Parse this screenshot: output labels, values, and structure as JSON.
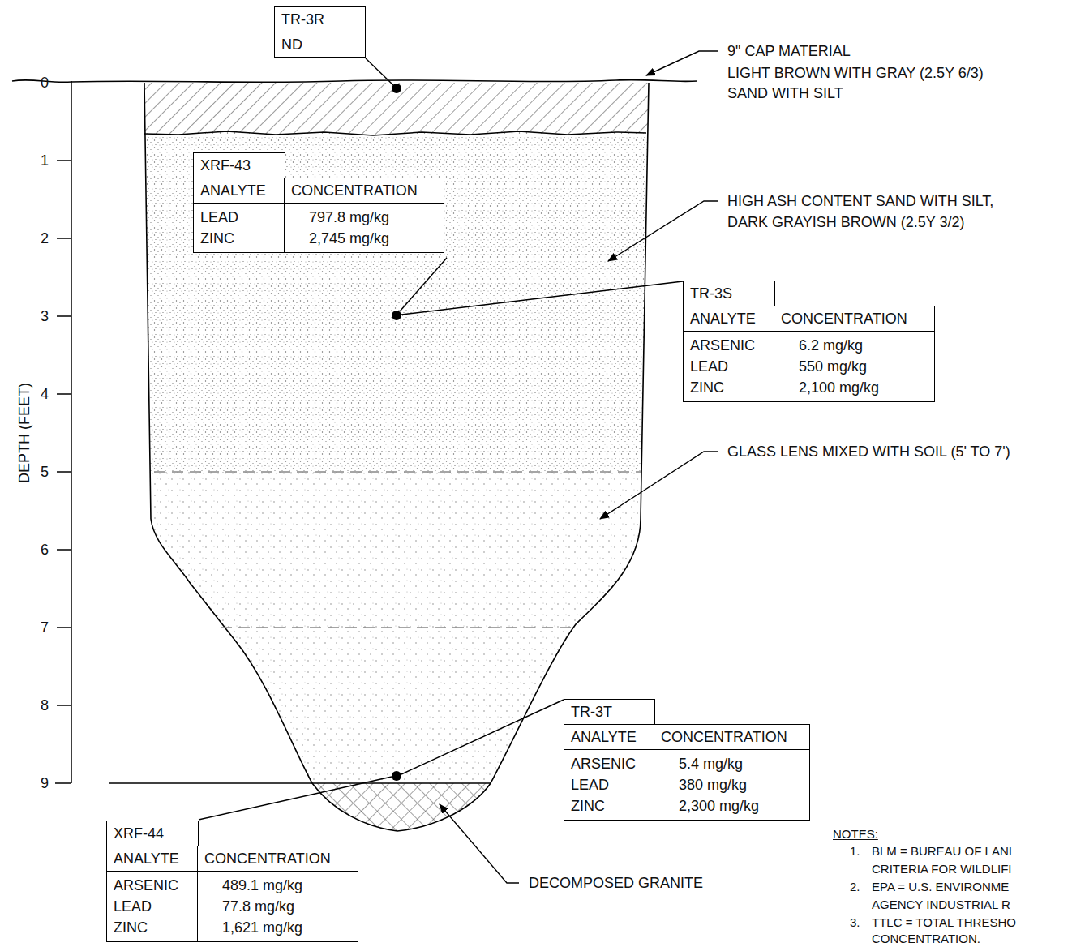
{
  "diagram": {
    "nodes": [
      {
        "text": [
          "TR-3R",
          "ND"
        ]
      },
      {
        "text": [
          "XRF-43",
          "ANALYTE",
          "CONCENTRATION",
          "LEAD",
          "797.8 mg/kg",
          "ZINC",
          "2,745 mg/kg"
        ]
      },
      {
        "text": [
          "TR-3S",
          "ANALYTE",
          "CONCENTRATION",
          "ARSENIC",
          "6.2 mg/kg",
          "LEAD",
          "550 mg/kg",
          "ZINC",
          "2,100 mg/kg"
        ]
      },
      {
        "text": [
          "TR-3T",
          "ANALYTE",
          "CONCENTRATION",
          "ARSENIC",
          "5.4 mg/kg",
          "LEAD",
          "380 mg/kg",
          "ZINC",
          "2,300 mg/kg"
        ]
      },
      {
        "text": [
          "XRF-44",
          "ANALYTE",
          "CONCENTRATION",
          "ARSENIC",
          "489.1 mg/kg",
          "LEAD",
          "77.8 mg/kg",
          "ZINC",
          "1,621 mg/kg"
        ]
      }
    ],
    "labels": [
      "0",
      "1",
      "2",
      "3",
      "4",
      "5",
      "6",
      "7",
      "8",
      "9",
      "DEPTH (FEET)",
      "9\" CAP MATERIAL",
      "LIGHT BROWN WITH GRAY (2.5Y 6/3)",
      "SAND WITH SILT",
      "HIGH ASH CONTENT SAND WITH SILT,",
      "DARK GRAYISH BROWN (2.5Y 3/2)",
      "GLASS LENS MIXED WITH SOIL (5' TO 7')",
      "DECOMPOSED GRANITE",
      "NOTES:",
      "1.",
      "BLM = BUREAU OF LANI",
      "CRITERIA FOR WILDLIFI",
      "2.",
      "EPA = U.S. ENVIRONME",
      "AGENCY INDUSTRIAL R",
      "3.",
      "TTLC = TOTAL THRESHO",
      "CONCENTRATION."
    ]
  }
}
